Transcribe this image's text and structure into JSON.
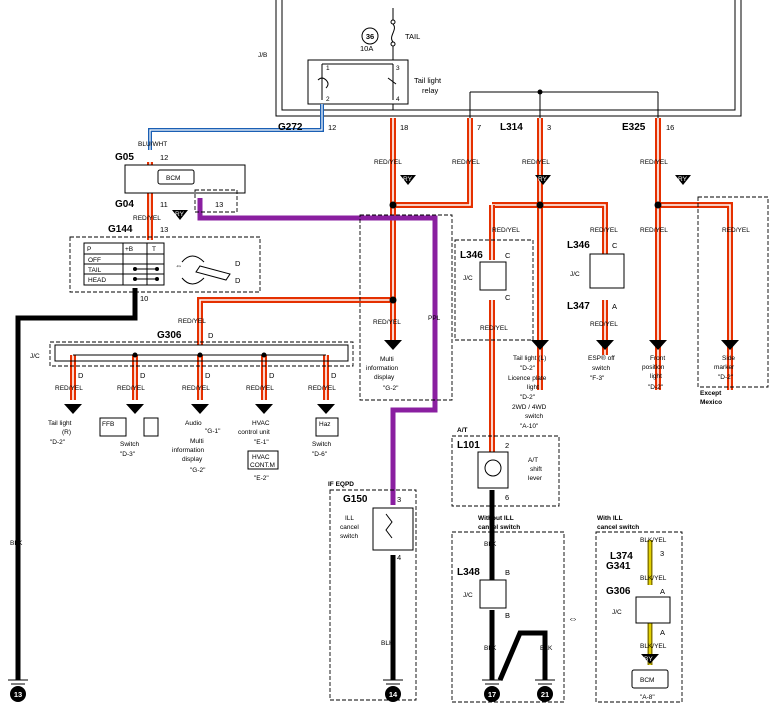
{
  "fuse": {
    "number": "36",
    "label": "TAIL",
    "rating": "10A"
  },
  "jb_label": "J/B",
  "relay": {
    "label_line1": "Tail light",
    "label_line2": "relay",
    "pins": [
      "1",
      "3",
      "2",
      "4"
    ]
  },
  "wire_colors": {
    "blu_wht": "BLU/WHT",
    "red_yel": "RED/YEL",
    "ppl": "PPL",
    "blk": "BLK",
    "blk_yel": "BLK/YEL"
  },
  "codes": {
    "ry": "RY",
    "bl": "BY"
  },
  "connectors": {
    "g272": {
      "name": "G272",
      "pin": "12"
    },
    "pin18": "18",
    "pin7": "7",
    "l314": {
      "name": "L314",
      "pin": "3"
    },
    "e325": {
      "name": "E325",
      "pin": "16"
    },
    "g05": {
      "name": "G05",
      "pin": "12"
    },
    "g04": {
      "name": "G04",
      "pin": "11"
    },
    "pin13a": "13",
    "g144": {
      "name": "G144",
      "pin": "13"
    },
    "pin10": "10",
    "g306": {
      "name": "G306",
      "pin": "D"
    },
    "l346a": {
      "name": "L346",
      "pin_top": "C",
      "pin_bot": "C"
    },
    "l346b": {
      "name": "L346",
      "pin": "C"
    },
    "l347": {
      "name": "L347",
      "pin": "A"
    },
    "l101": {
      "name": "L101",
      "pin_top": "2",
      "pin_bot": "6"
    },
    "g150": {
      "name": "G150",
      "pin_top": "3",
      "pin_bot": "4"
    },
    "l348": {
      "name": "L348",
      "pin_top": "B",
      "pin_bot": "B"
    },
    "l374": {
      "name": "L374",
      "pin": "3"
    },
    "g341": {
      "name": "G341"
    },
    "g306b": {
      "name": "G306",
      "pin_top": "A",
      "pin_bot": "A"
    }
  },
  "bcm_label": "BCM",
  "jc_label": "J/C",
  "switch_table": {
    "header": [
      "P",
      "+B",
      "T"
    ],
    "rows": [
      "OFF",
      "TAIL",
      "HEAD"
    ]
  },
  "loads": {
    "tail_r": {
      "line1": "Tail light",
      "line2": "(R)",
      "ref": "\"D-2\""
    },
    "switch1": {
      "line1": "Switch",
      "ref": "\"D-3\""
    },
    "audio": {
      "line1": "Audio",
      "ref1": "\"G-1\"",
      "line2": "Multi",
      "line3": "information",
      "line4": "display",
      "ref2": "\"G-2\""
    },
    "hvac": {
      "line1": "HVAC",
      "line2": "control unit",
      "ref1": "\"E-1\"",
      "ref2": "\"E-2\"",
      "icon_line1": "HVAC",
      "icon_line2": "CONT.M"
    },
    "switch2": {
      "line1": "Switch",
      "ref": "\"D-6\""
    },
    "mid": {
      "line1": "Multi",
      "line2": "information",
      "line3": "display",
      "ref": "\"G-2\""
    },
    "tail_l": {
      "line1": "Tail light (L)",
      "ref1": "\"D-2\"",
      "line2": "Licence plate",
      "line3": "light",
      "ref2": "\"D-2\"",
      "line4": "2WD / 4WD",
      "line5": "switch",
      "ref3": "\"A-10\""
    },
    "esp": {
      "line1": "ESP® off",
      "line2": "switch",
      "ref": "\"F-3\""
    },
    "front_pos": {
      "line1": "Front",
      "line2": "position",
      "line3": "light",
      "ref": "\"D-2\""
    },
    "side": {
      "line1": "Side",
      "line2": "marker",
      "ref": "\"D-2\"",
      "note1": "Except",
      "note2": "Mexico"
    },
    "at_shift": {
      "line1": "A/T",
      "line2": "shift",
      "line3": "lever"
    },
    "ill_cancel": {
      "line1": "ILL",
      "line2": "cancel",
      "line3": "switch"
    },
    "bcm2": {
      "ref": "\"A-8\""
    }
  },
  "notes": {
    "at": "A/T",
    "if_eqpd": "IF EQPD",
    "without_ill1": "Without ILL",
    "without_ill2": "cancel switch",
    "with_ill1": "With ILL",
    "with_ill2": "cancel switch"
  },
  "grounds": [
    "13",
    "14",
    "17",
    "21"
  ],
  "small_icons": {
    "ffb": "FFB",
    "haz": "Haz"
  }
}
